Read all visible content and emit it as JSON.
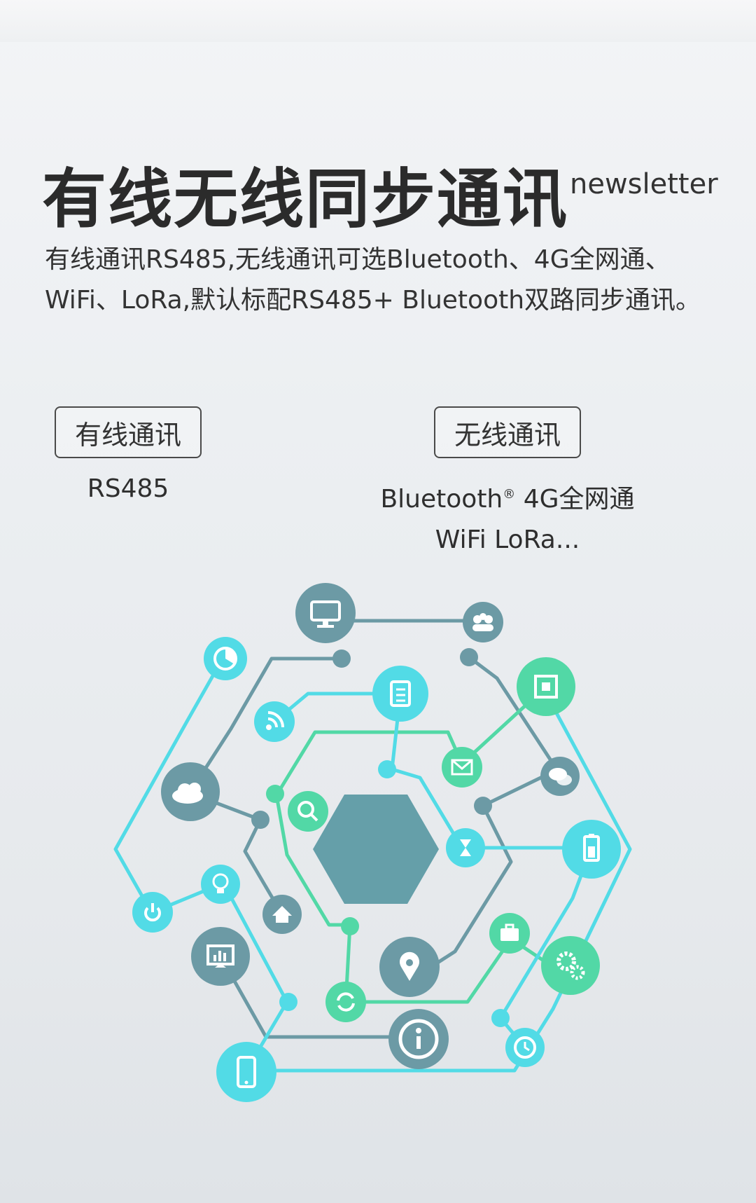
{
  "header": {
    "title": "有线无线同步通讯",
    "title_en": "newsletter"
  },
  "description": {
    "line1": "有线通讯RS485,无线通讯可选Bluetooth、4G全网通、",
    "line2": "WiFi、LoRa,默认标配RS485+ Bluetooth双路同步通讯。"
  },
  "wired": {
    "label": "有线通讯",
    "protocols": "RS485"
  },
  "wireless": {
    "label": "无线通讯",
    "protocols_line1_a": "Bluetooth",
    "trademark": "®",
    "protocols_line1_b": " 4G全网通",
    "protocols_line2": "WiFi LoRa..."
  },
  "colors": {
    "slate": "#5f9aa6",
    "cyan": "#52dbe6",
    "green": "#52d8a6",
    "text": "#2e2e2e"
  },
  "network_icons": [
    "monitor-icon",
    "group-icon",
    "pie-chart-icon",
    "clipboard-icon",
    "chip-icon",
    "wifi-signal-icon",
    "mail-icon",
    "chat-icon",
    "cloud-icon",
    "search-icon",
    "hourglass-icon",
    "battery-icon",
    "lightbulb-icon",
    "power-icon",
    "home-icon",
    "dashboard-icon",
    "location-pin-icon",
    "briefcase-icon",
    "gears-icon",
    "refresh-icon",
    "info-icon",
    "clock-icon",
    "smartphone-icon"
  ]
}
